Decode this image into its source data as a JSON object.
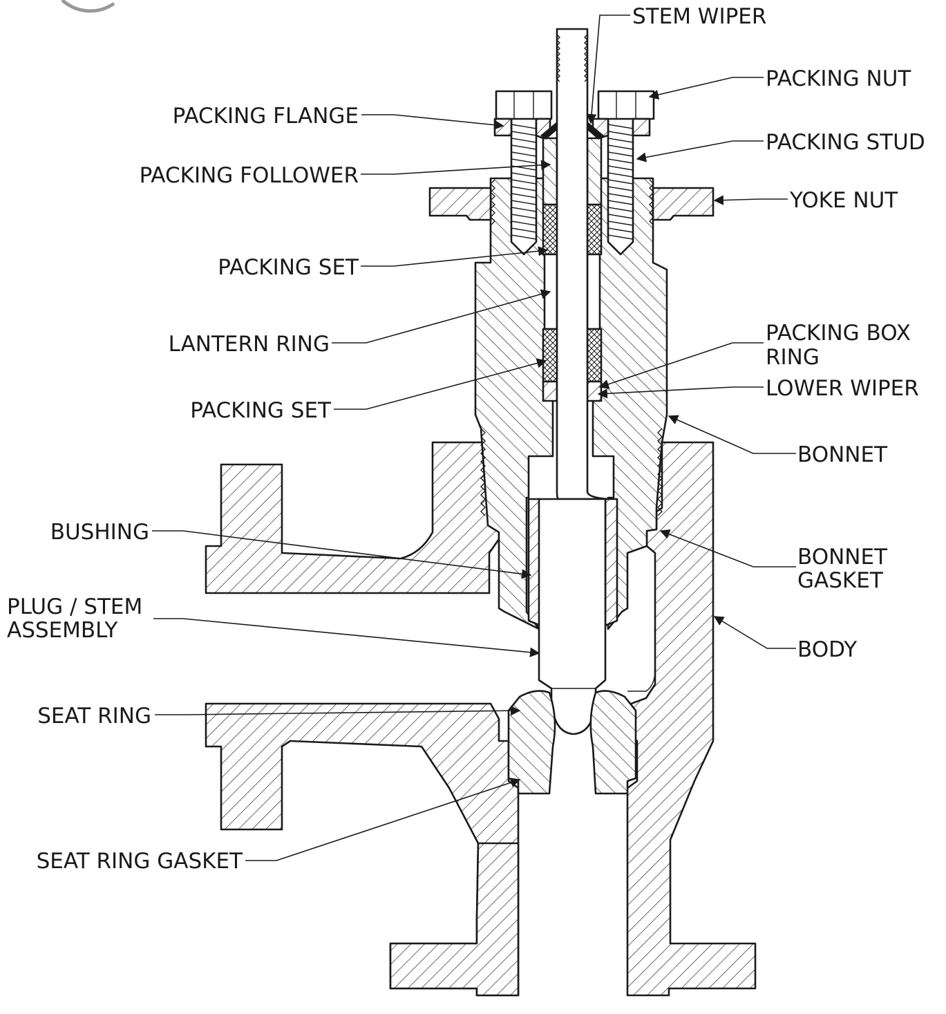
{
  "labels": {
    "stem_wiper": "STEM WIPER",
    "packing_nut": "PACKING NUT",
    "packing_flange": "PACKING FLANGE",
    "packing_stud": "PACKING STUD",
    "packing_follower": "PACKING FOLLOWER",
    "yoke_nut": "YOKE NUT",
    "packing_set_upper": "PACKING SET",
    "lantern_ring": "LANTERN RING",
    "packing_box_ring_line1": "PACKING BOX",
    "packing_box_ring_line2": "RING",
    "lower_wiper": "LOWER WIPER",
    "packing_set_lower": "PACKING SET",
    "bonnet": "BONNET",
    "bushing": "BUSHING",
    "bonnet_gasket_line1": "BONNET",
    "bonnet_gasket_line2": "GASKET",
    "plug_stem_line1": "PLUG / STEM",
    "plug_stem_line2": "ASSEMBLY",
    "body": "BODY",
    "seat_ring": "SEAT RING",
    "seat_ring_gasket": "SEAT RING GASKET"
  },
  "colors": {
    "line": "#1a1a1a",
    "background": "#ffffff"
  }
}
